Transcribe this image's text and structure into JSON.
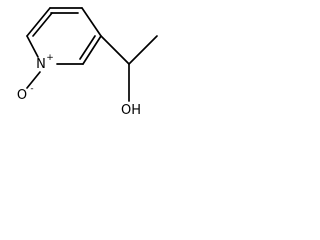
{
  "molecule": {
    "labels": {
      "nitrogen": "N",
      "nitrogen_charge": "+",
      "oxide_oxygen": "O",
      "oxide_charge": "-",
      "hydroxyl": "OH"
    },
    "line_color": "#000000",
    "background": "#ffffff"
  }
}
